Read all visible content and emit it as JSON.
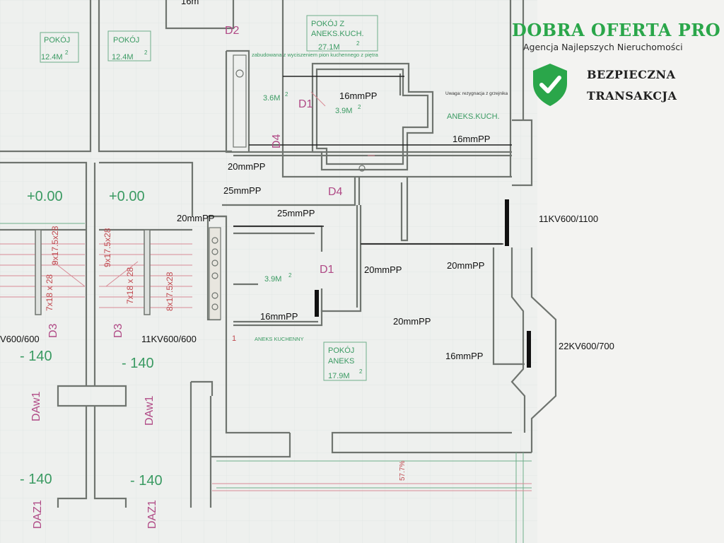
{
  "plan": {
    "rooms": [
      {
        "name": "POKÓJ",
        "area": "12.4M",
        "sup": "2"
      },
      {
        "name": "POKÓJ",
        "area": "12.4M",
        "sup": "2"
      },
      {
        "name": "POKÓJ Z ANEKS.KUCH.",
        "line1": "POKÓJ Z",
        "line2": "ANEKS.KUCH.",
        "area": "27.1M",
        "sup": "2"
      },
      {
        "name": "POKÓJ ANEKS",
        "line1": "POKÓJ",
        "line2": "ANEKS",
        "area": "17.9M",
        "sup": "2"
      }
    ],
    "areas": [
      {
        "value": "3.6M",
        "sup": "2"
      },
      {
        "value": "3.9M",
        "sup": "2"
      },
      {
        "value": "3.9M",
        "sup": "2"
      }
    ],
    "pipes": {
      "p1": "16mmPP",
      "p2": "16mmPP",
      "p3": "20mmPP",
      "p4": "25mmPP",
      "p5": "20mmPP",
      "p6": "25mmPP",
      "p7": "20mmPP",
      "p8": "20mmPP",
      "p9": "16mmPP",
      "p10": "20mmPP",
      "p11": "16mmPP"
    },
    "radiators": {
      "r1": "11KV600/1100",
      "r2": "22KV600/700",
      "r3": "11KV600/600",
      "r4": "V600/600"
    },
    "doors": {
      "d2": "D2",
      "d1a": "D1",
      "d4a": "D4",
      "d4b": "D4",
      "d1b": "D1",
      "d3a": "D3",
      "d3b": "D3",
      "daw1a": "DAw1",
      "daw1b": "DAw1",
      "daz1a": "DAZ1",
      "daz1b": "DAZ1"
    },
    "levels": {
      "l1": "+0.00",
      "l2": "+0.00",
      "l3": "- 140",
      "l4": "- 140",
      "l5": "- 140",
      "l6": "- 140"
    },
    "stairs": {
      "s1": "9x17.5x28",
      "s2": "9x17.5x28",
      "s3": "7x18 x 28",
      "s4": "7x18 x 28",
      "s5": "8x17.5x28"
    },
    "notes": {
      "n1": "zabudowana z wyciszeniem pion kuchennego z piętra",
      "n2": "Uwaga: rezygnacja z grzejnika",
      "n3": "ANEKS KUCHENNY",
      "n4": "ANEKS.KUCH.",
      "n5": "57.7%",
      "n6": "16m",
      "n7": "1"
    }
  },
  "brand": {
    "name": "DOBRA OFERTA PRO",
    "tagline": "Agencja Najlepszych Nieruchomości",
    "badge_line1": "BEZPIECZNA",
    "badge_line2": "TRANSAKCJA",
    "color": "#2aa64a"
  }
}
